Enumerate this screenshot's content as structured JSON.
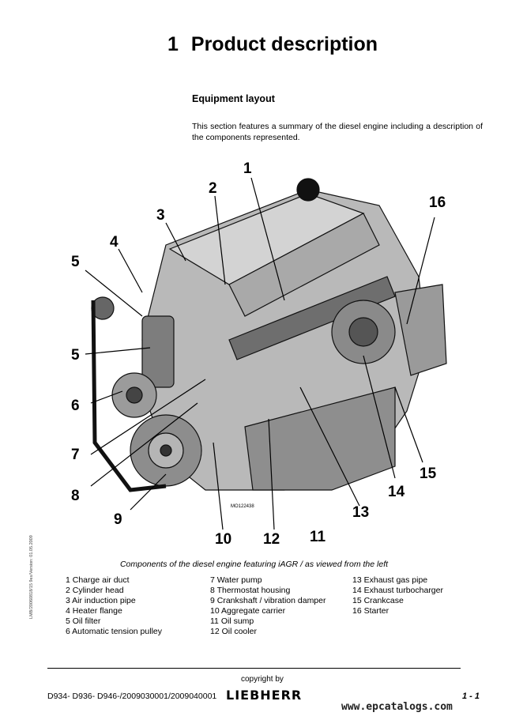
{
  "header": {
    "number": "1",
    "title": "Product description"
  },
  "section": {
    "heading": "Equipment layout",
    "intro": "This section features a summary of the diesel engine including a description of the components represented."
  },
  "figure": {
    "code": "MO122438",
    "callouts": [
      "1",
      "2",
      "3",
      "4",
      "5",
      "5",
      "6",
      "7",
      "8",
      "9",
      "10",
      "12",
      "11",
      "13",
      "14",
      "15",
      "16"
    ],
    "caption": "Components of the diesel engine featuring iAGR / as viewed from the left"
  },
  "legend": {
    "col1": [
      "1 Charge air duct",
      "2 Cylinder head",
      "3 Air induction pipe",
      "4 Heater flange",
      "5 Oil filter",
      "6 Automatic tension pulley"
    ],
    "col2": [
      "7 Water pump",
      "8 Thermostat housing",
      "9 Crankshaft / vibration damper",
      "10 Aggregate carrier",
      "11 Oil sump",
      "12 Oil cooler"
    ],
    "col3": [
      "13 Exhaust gas pipe",
      "14 Exhaust turbocharger",
      "15 Crankcase",
      "16 Starter"
    ]
  },
  "side_text": "LMB/20060818/15 9ex/Version: 01.05.2009",
  "footer": {
    "copyright": "copyright by",
    "models": "D934- D936- D946-/2009030001/2009040001",
    "brand": "LIEBHERR",
    "page": "1 - 1",
    "watermark": "www.epcatalogs.com"
  }
}
